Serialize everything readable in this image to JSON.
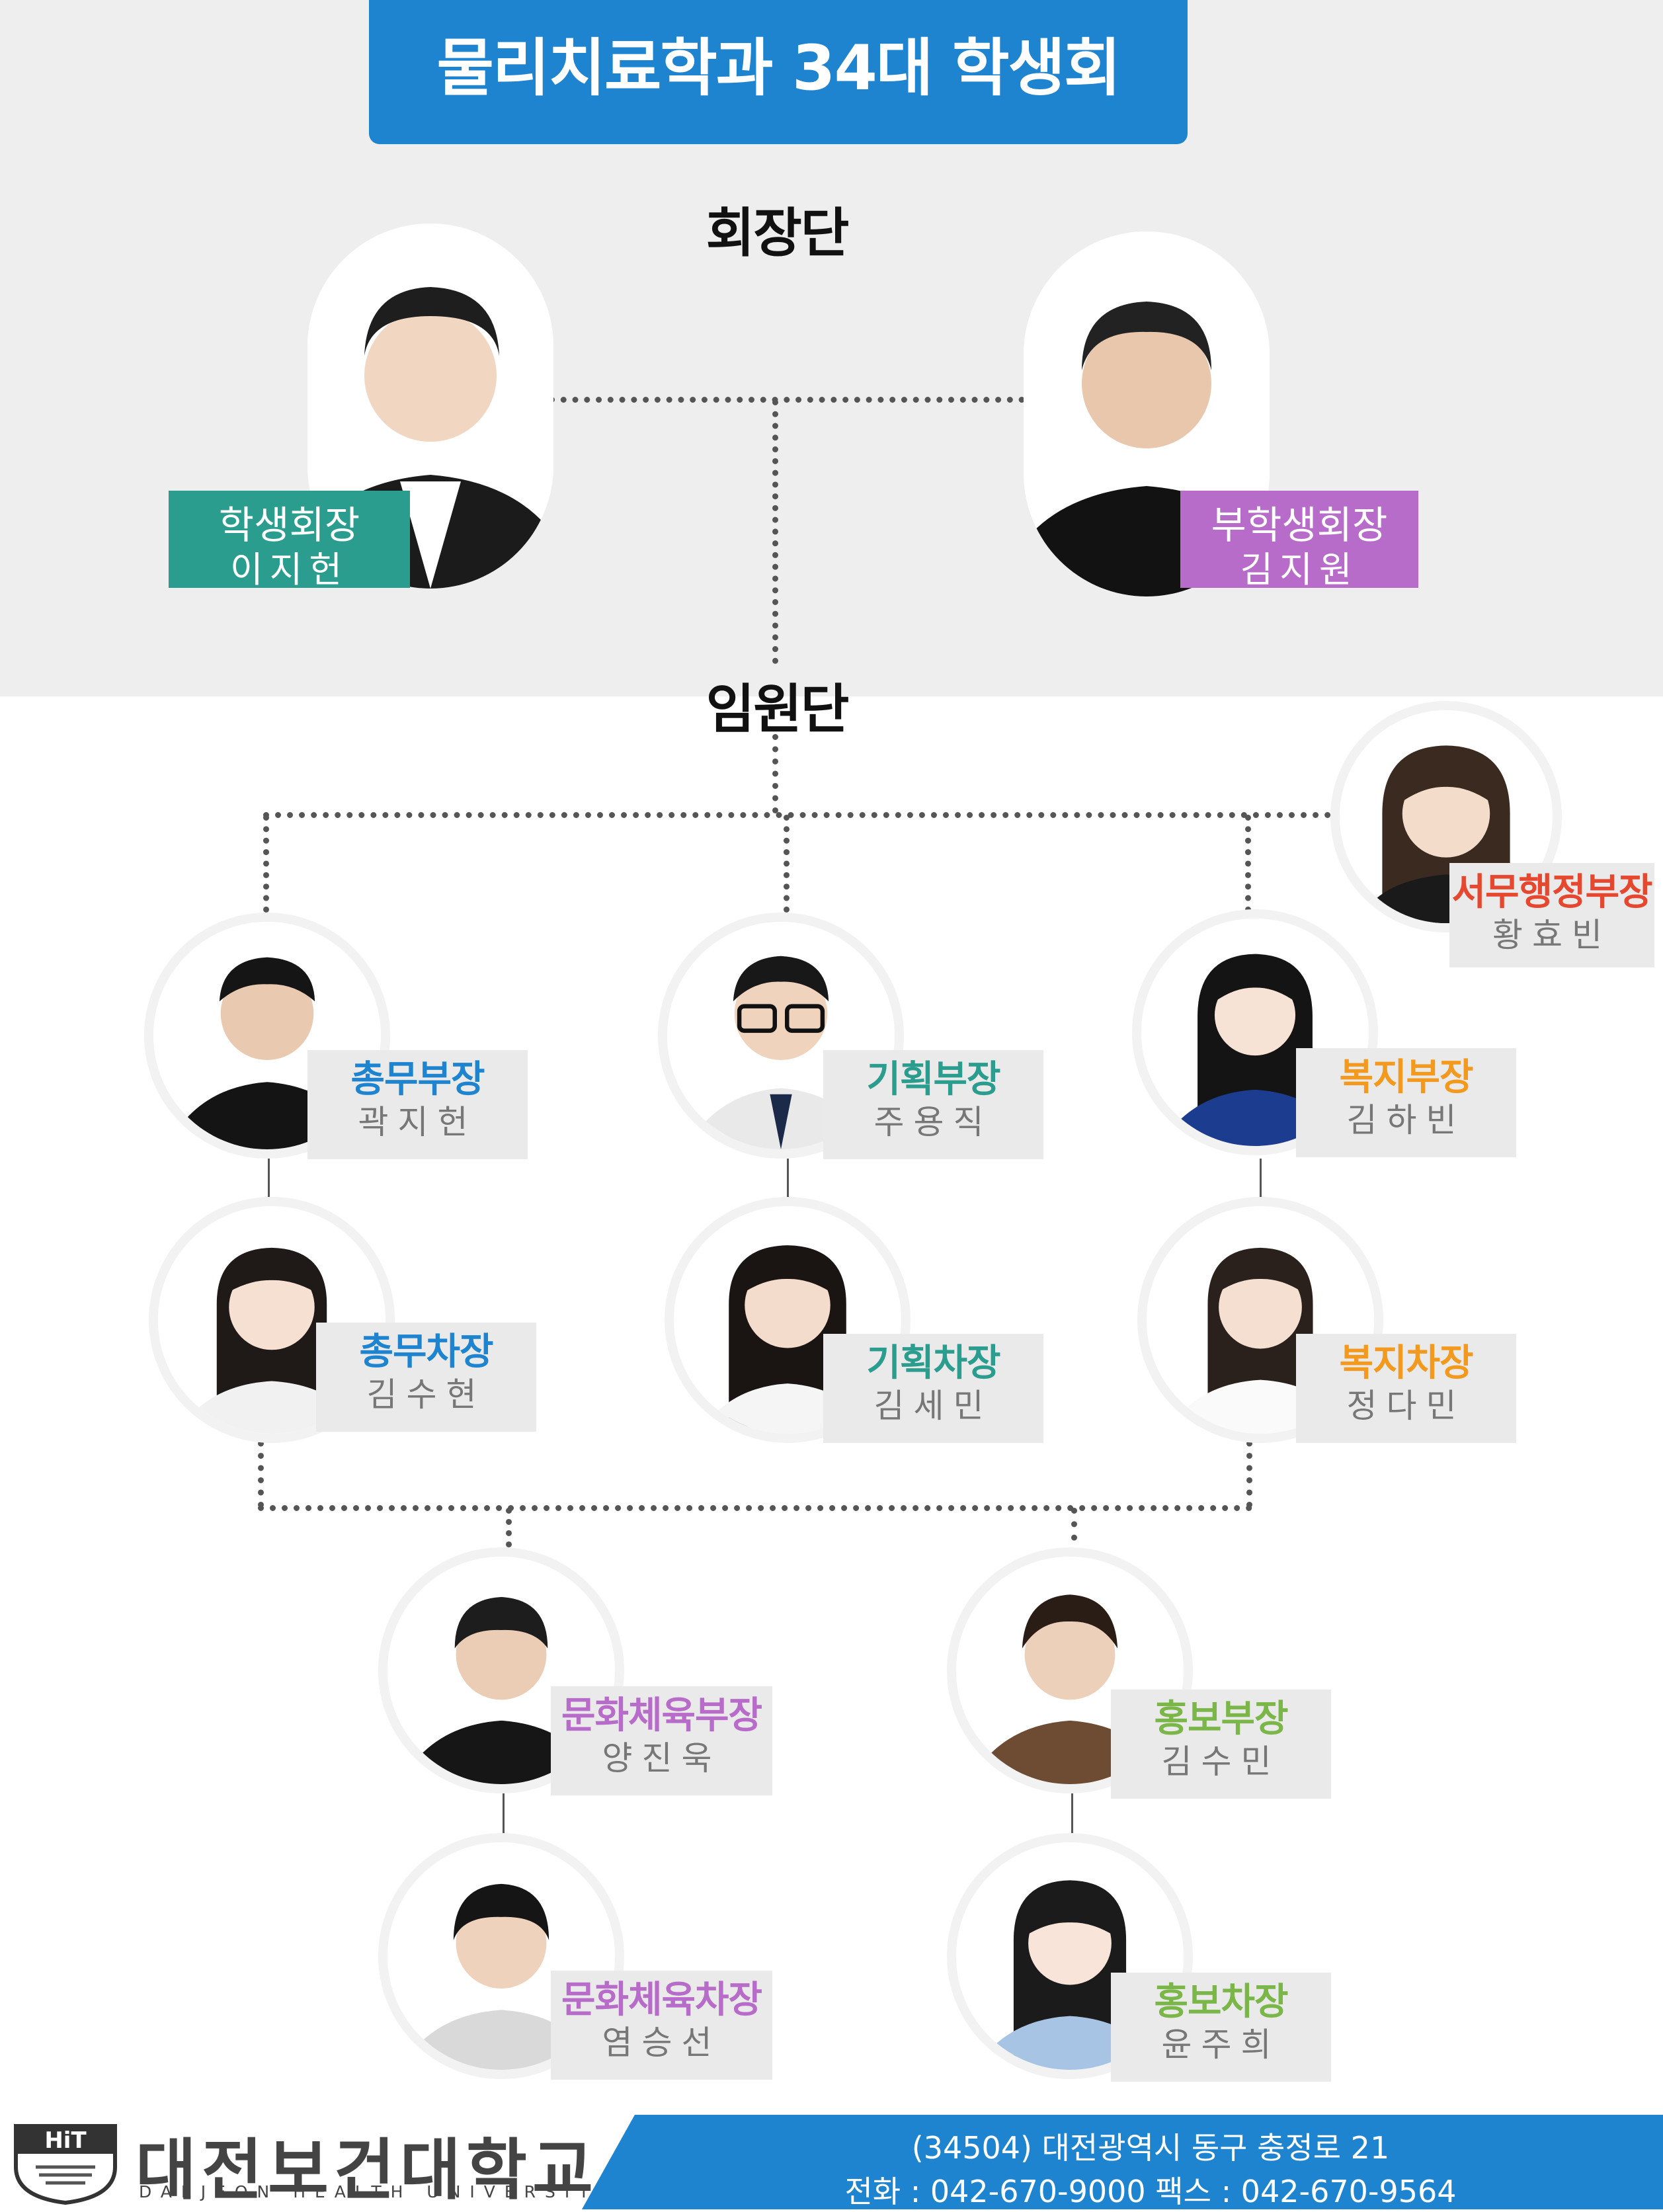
{
  "title": "물리치료학과 34대 학생회",
  "sections": {
    "leadership": "회장단",
    "officers": "임원단"
  },
  "colors": {
    "banner_blue": "#1e84d0",
    "president_teal": "#2a9d8f",
    "vice_purple": "#b86cc9",
    "general_affairs_blue": "#1e84d0",
    "planning_teal": "#2a9d8f",
    "welfare_orange": "#f39a1e",
    "culture_purple": "#b86cc9",
    "pr_green": "#7ab648",
    "admin_red": "#e5482e"
  },
  "leaders": {
    "president": {
      "role": "학생회장",
      "name": "이지헌"
    },
    "vice_president": {
      "role": "부학생회장",
      "name": "김지원"
    }
  },
  "officers": {
    "admin_head": {
      "role": "서무행정부장",
      "name": "황효빈"
    },
    "general_head": {
      "role": "총무부장",
      "name": "곽지헌"
    },
    "general_deputy": {
      "role": "총무차장",
      "name": "김수현"
    },
    "planning_head": {
      "role": "기획부장",
      "name": "주용직"
    },
    "planning_deputy": {
      "role": "기획차장",
      "name": "김세민"
    },
    "welfare_head": {
      "role": "복지부장",
      "name": "김하빈"
    },
    "welfare_deputy": {
      "role": "복지차장",
      "name": "정다민"
    },
    "culture_head": {
      "role": "문화체육부장",
      "name": "양진욱"
    },
    "culture_deputy": {
      "role": "문화체육차장",
      "name": "염승선"
    },
    "pr_head": {
      "role": "홍보부장",
      "name": "김수민"
    },
    "pr_deputy": {
      "role": "홍보차장",
      "name": "윤주희"
    }
  },
  "footer": {
    "logo_text": "HiT",
    "university_name": "대전보건대학교",
    "university_name_en": "DAEJEON HEALTH UNIVERSITY",
    "address": "(34504) 대전광역시 동구 충정로 21",
    "contact": "전화 : 042-670-9000 팩스 : 042-670-9564"
  },
  "icons": [
    "person-photo",
    "university-logo"
  ]
}
